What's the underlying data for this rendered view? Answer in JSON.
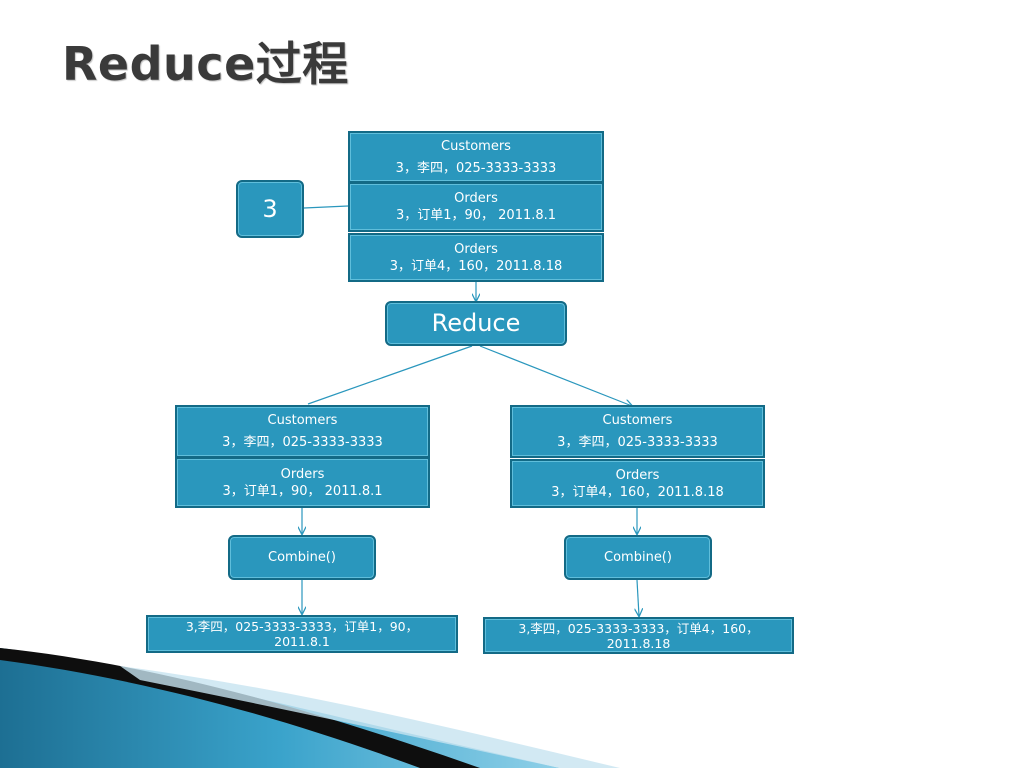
{
  "title": "Reduce过程",
  "colors": {
    "box_fill": "#2a97bd",
    "box_border": "#136a86",
    "line": "#2a97bd"
  },
  "key": "3",
  "top": {
    "customers": {
      "label": "Customers",
      "value": "3，李四，025-3333-3333"
    },
    "order1": {
      "label": "Orders",
      "value": "3，订单1，90， 2011.8.1"
    },
    "order2": {
      "label": "Orders",
      "value": "3，订单4，160，2011.8.18"
    }
  },
  "reduce_label": "Reduce",
  "left": {
    "customers": {
      "label": "Customers",
      "value": "3，李四，025-3333-3333"
    },
    "orders": {
      "label": "Orders",
      "value": "3，订单1，90， 2011.8.1"
    },
    "combine_label": "Combine()",
    "result": {
      "line1": "3,李四，025-3333-3333，订单1，90，",
      "line2": "2011.8.1"
    }
  },
  "right": {
    "customers": {
      "label": "Customers",
      "value": "3，李四，025-3333-3333"
    },
    "orders": {
      "label": "Orders",
      "value": "3，订单4，160，2011.8.18"
    },
    "combine_label": "Combine()",
    "result": {
      "line1": "3,李四，025-3333-3333，订单4，160，",
      "line2": "2011.8.18"
    }
  }
}
